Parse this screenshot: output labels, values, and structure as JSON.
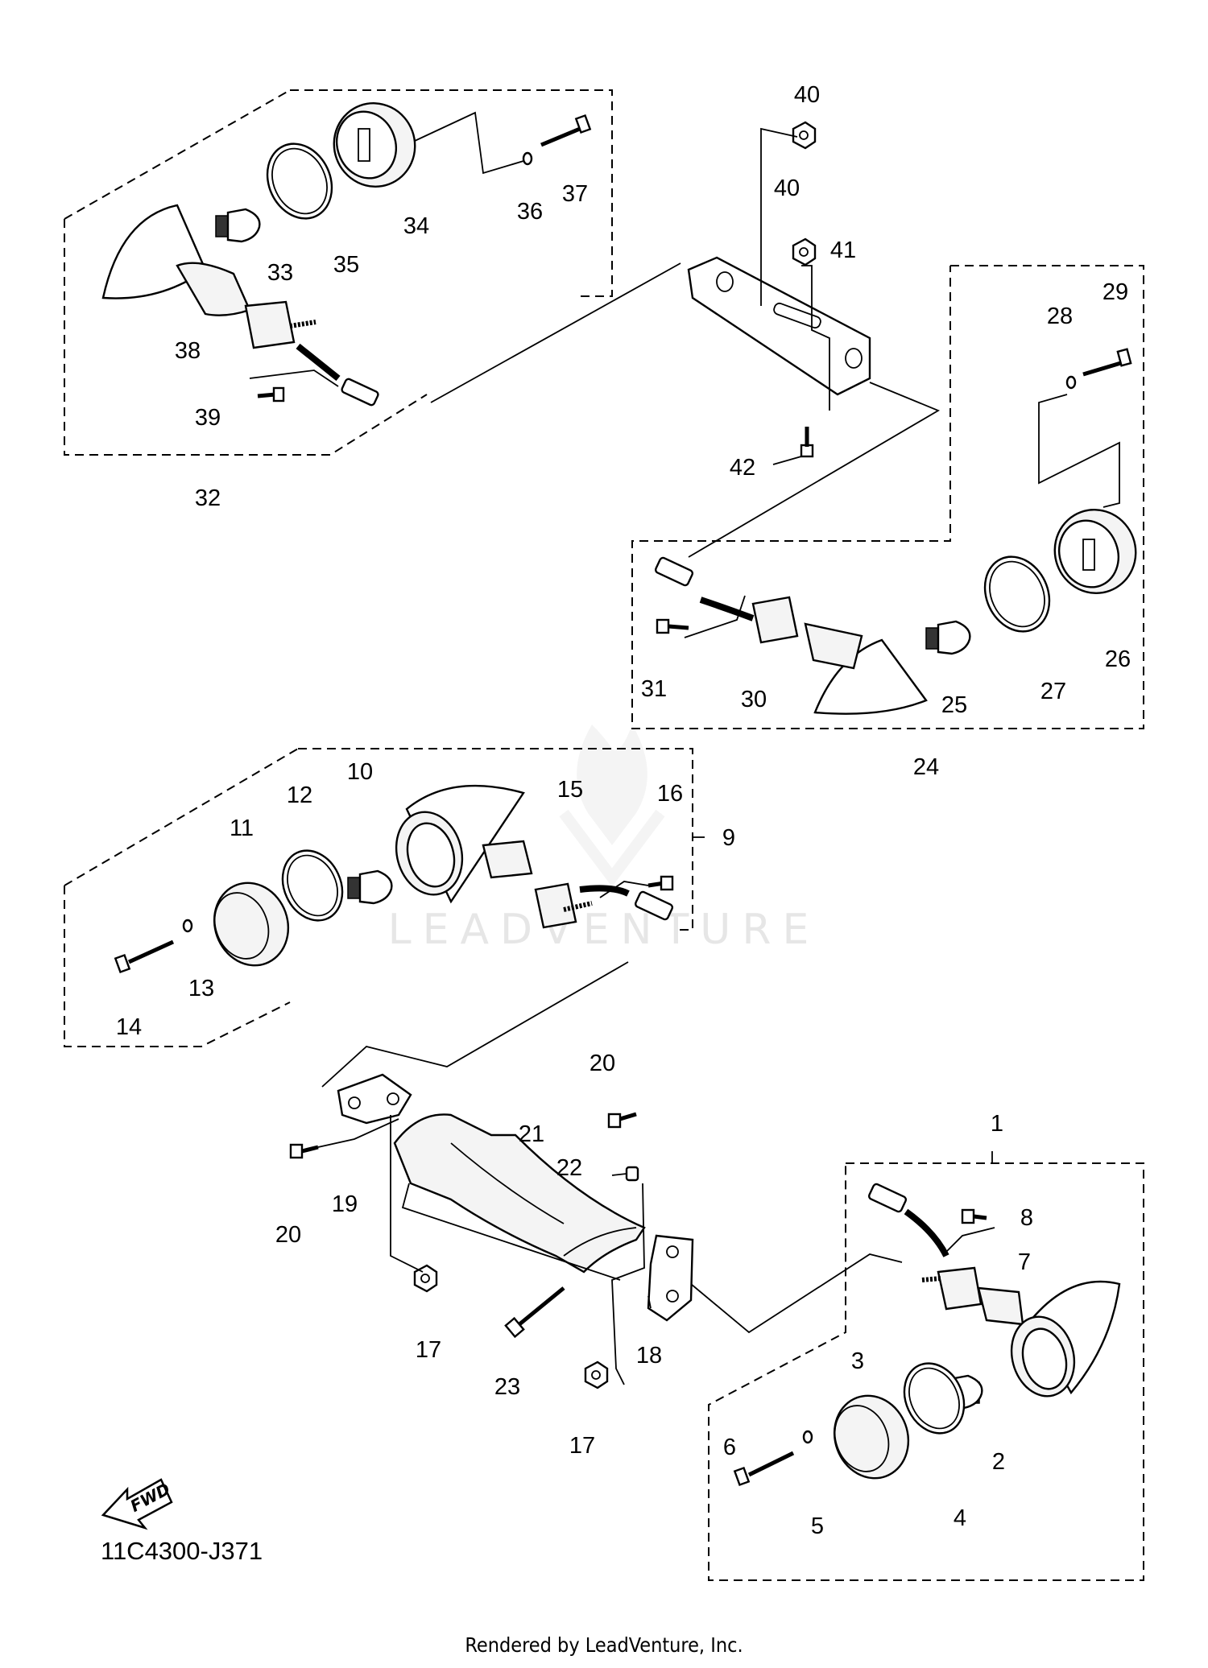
{
  "diagram_code": "11C4300-J371",
  "credit": "Rendered by LeadVenture, Inc.",
  "watermark": "LEADVENTURE",
  "fwd_arrow_label": "FWD",
  "labels": {
    "p1": "1",
    "p2": "2",
    "p3": "3",
    "p4": "4",
    "p5": "5",
    "p6": "6",
    "p7": "7",
    "p8": "8",
    "p9": "9",
    "p10": "10",
    "p11": "11",
    "p12": "12",
    "p13": "13",
    "p14": "14",
    "p15": "15",
    "p16": "16",
    "p17": "17",
    "p18": "18",
    "p19": "19",
    "p20": "20",
    "p21": "21",
    "p22": "22",
    "p23": "23",
    "p24": "24",
    "p25": "25",
    "p26": "26",
    "p27": "27",
    "p28": "28",
    "p29": "29",
    "p30": "30",
    "p31": "31",
    "p32": "32",
    "p33": "33",
    "p34": "34",
    "p35": "35",
    "p36": "36",
    "p37": "37",
    "p38": "38",
    "p39": "39",
    "p40": "40",
    "p41": "41",
    "p42": "42"
  },
  "icons": {
    "fwd": "fwd-arrow-icon",
    "watermark_logo": "leadventure-logo-icon"
  }
}
